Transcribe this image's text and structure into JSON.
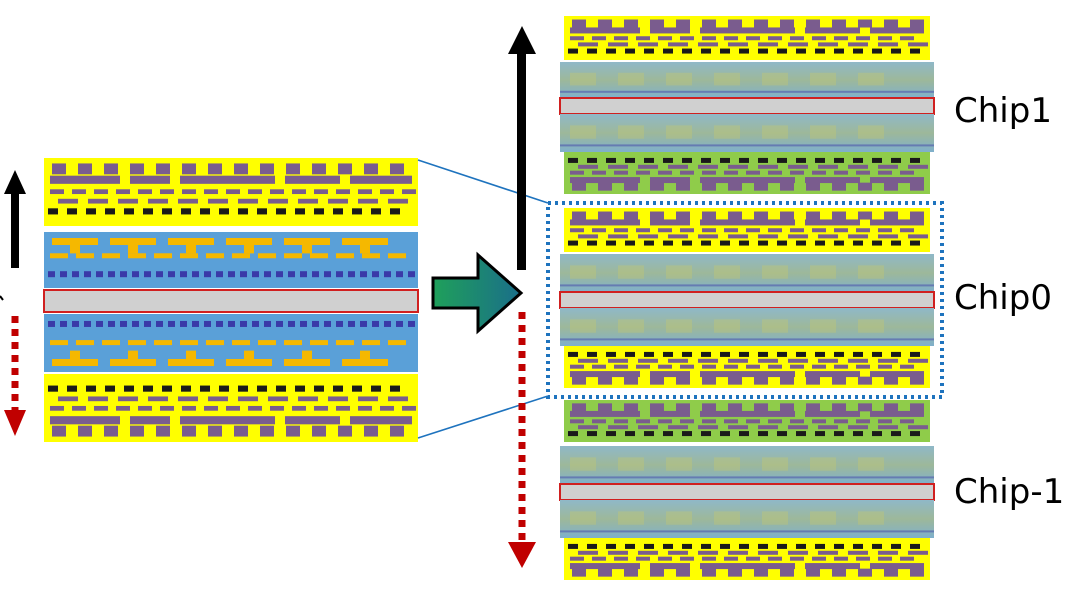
{
  "labels": {
    "chip_top": "Chip1",
    "chip_mid": "Chip0",
    "chip_bot": "Chip-1"
  },
  "colors": {
    "metal_yellow": "#ffff00",
    "wire_purple": "#7a5c8e",
    "via_black": "#1a1a1a",
    "silicon_blue": "#5aa0d8",
    "wire_orange": "#f5b800",
    "via_blue": "#3a3aa8",
    "substrate_gray": "#d0d0d0",
    "outline_red": "#d02020",
    "bond_green": "#8fcc4a",
    "arrow_black": "#000000",
    "arrow_red": "#c00000",
    "select_box": "#1e73be",
    "fat_arrow_green": "#1fa05a",
    "fat_arrow_teal": "#1a6e8a"
  },
  "icons": {
    "up": "up-arrow-icon",
    "down": "dashed-down-arrow-icon",
    "transform": "right-arrow-icon"
  }
}
